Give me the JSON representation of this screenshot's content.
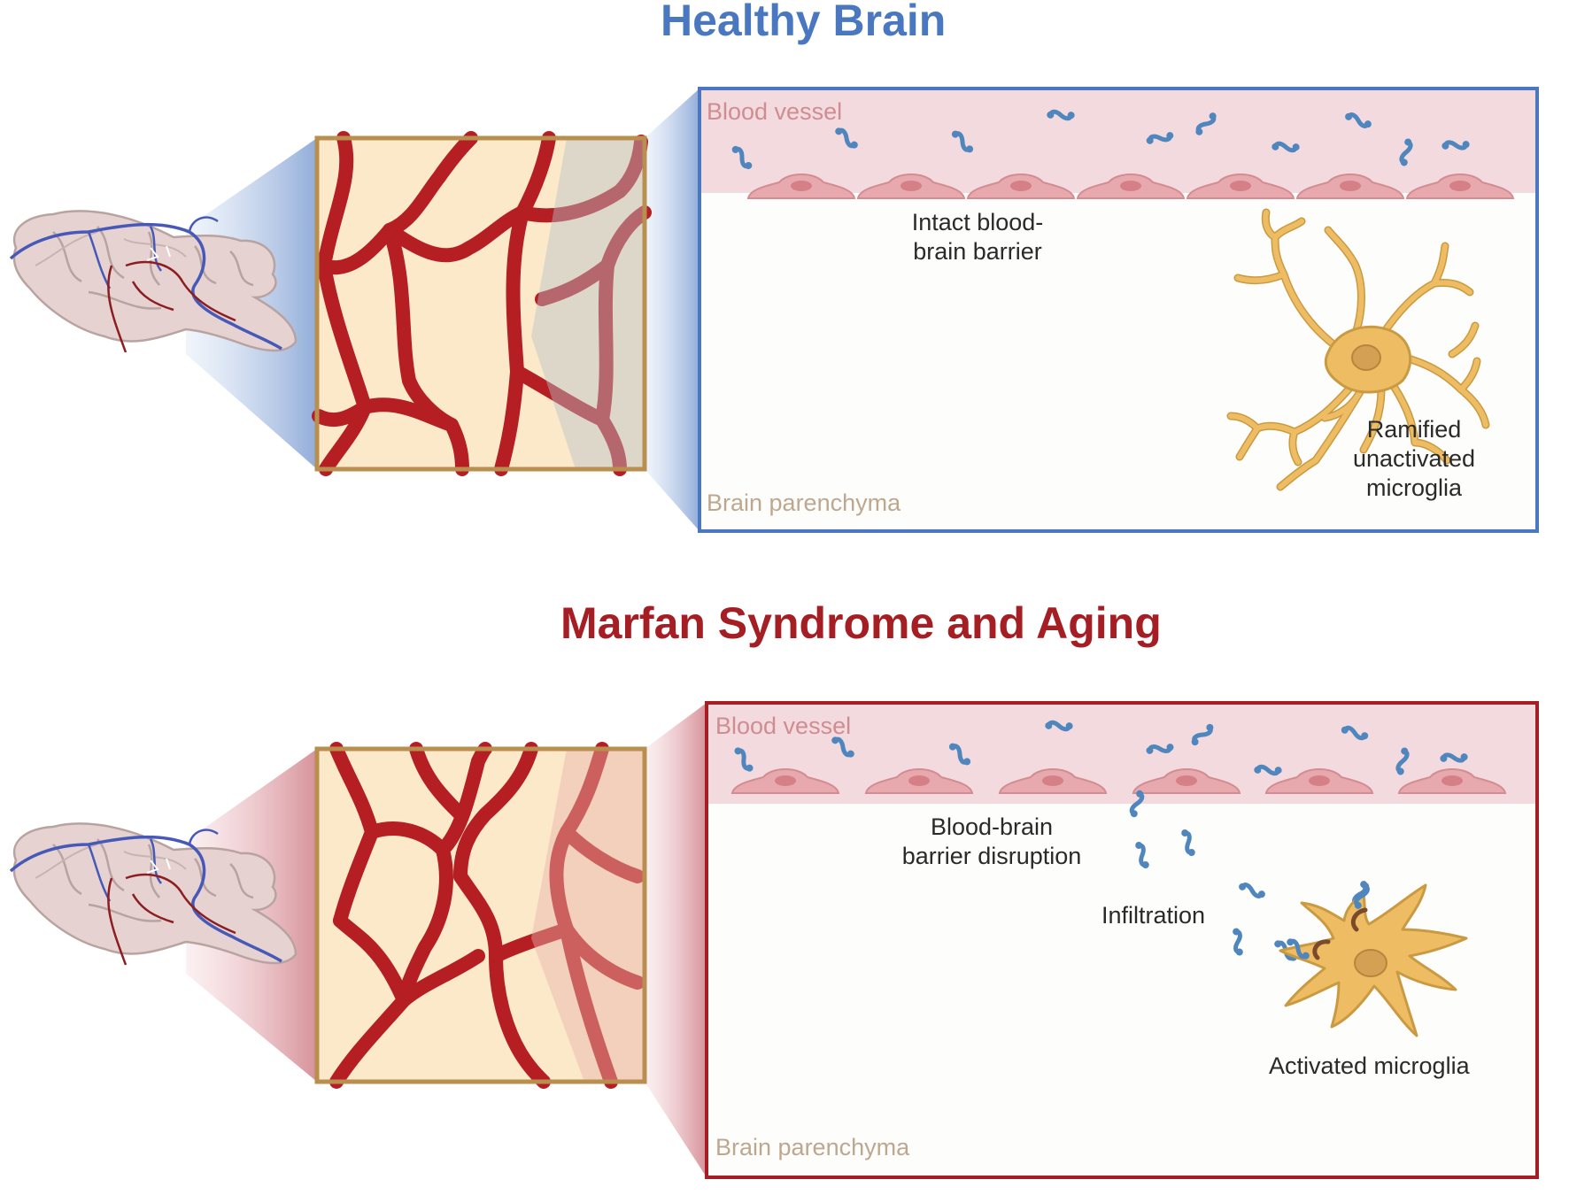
{
  "healthy": {
    "title": "Healthy Brain",
    "blood_vessel_label": "Blood vessel",
    "barrier_label": [
      "Intact blood-",
      "brain barrier"
    ],
    "microglia_label": [
      "Ramified",
      "unactivated",
      "microglia"
    ],
    "parenchyma_label": "Brain parenchyma"
  },
  "marfan": {
    "title": "Marfan Syndrome and Aging",
    "blood_vessel_label": "Blood vessel",
    "barrier_label": [
      "Blood-brain",
      "barrier disruption"
    ],
    "infiltration_label": "Infiltration",
    "microglia_label": "Activated microglia",
    "parenchyma_label": "Brain parenchyma"
  },
  "colors": {
    "healthy_accent": "#4a78c0",
    "disease_accent": "#a51e24",
    "vessel_band": "#f3dade",
    "endothelial_cell": "#e8a9ae",
    "capillary": "#b51e22",
    "tissue": "#fbe9c9",
    "microglia": "#eebd63",
    "pathogen": "#4e86bd"
  }
}
